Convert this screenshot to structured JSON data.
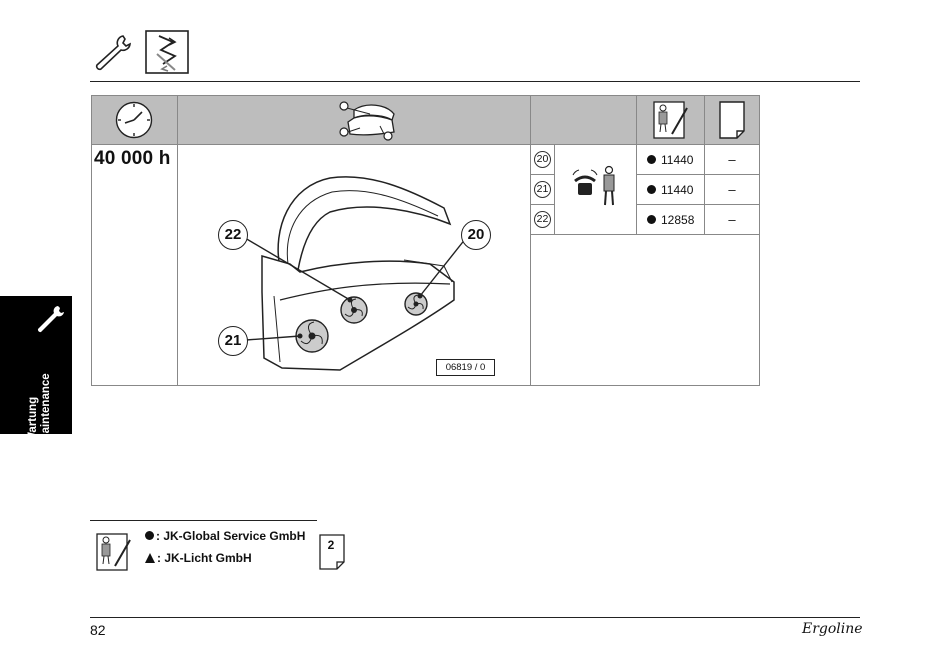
{
  "maintenance": {
    "interval": "40 000 h",
    "rows": [
      {
        "num": "20",
        "part": "11440",
        "qty": "–"
      },
      {
        "num": "21",
        "part": "11440",
        "qty": "–"
      },
      {
        "num": "22",
        "part": "12858",
        "qty": "–"
      }
    ]
  },
  "figure": {
    "callouts": [
      "22",
      "20",
      "21"
    ],
    "drawing_number": "06819 / 0"
  },
  "legend": {
    "service": ": JK-Global Service GmbH",
    "licht": ": JK-Licht GmbH",
    "doc_number": "2"
  },
  "sidetab": {
    "line1": "Wartung",
    "line2": "Maintenance"
  },
  "footer": {
    "page": "82",
    "brand": "Ergoline"
  }
}
